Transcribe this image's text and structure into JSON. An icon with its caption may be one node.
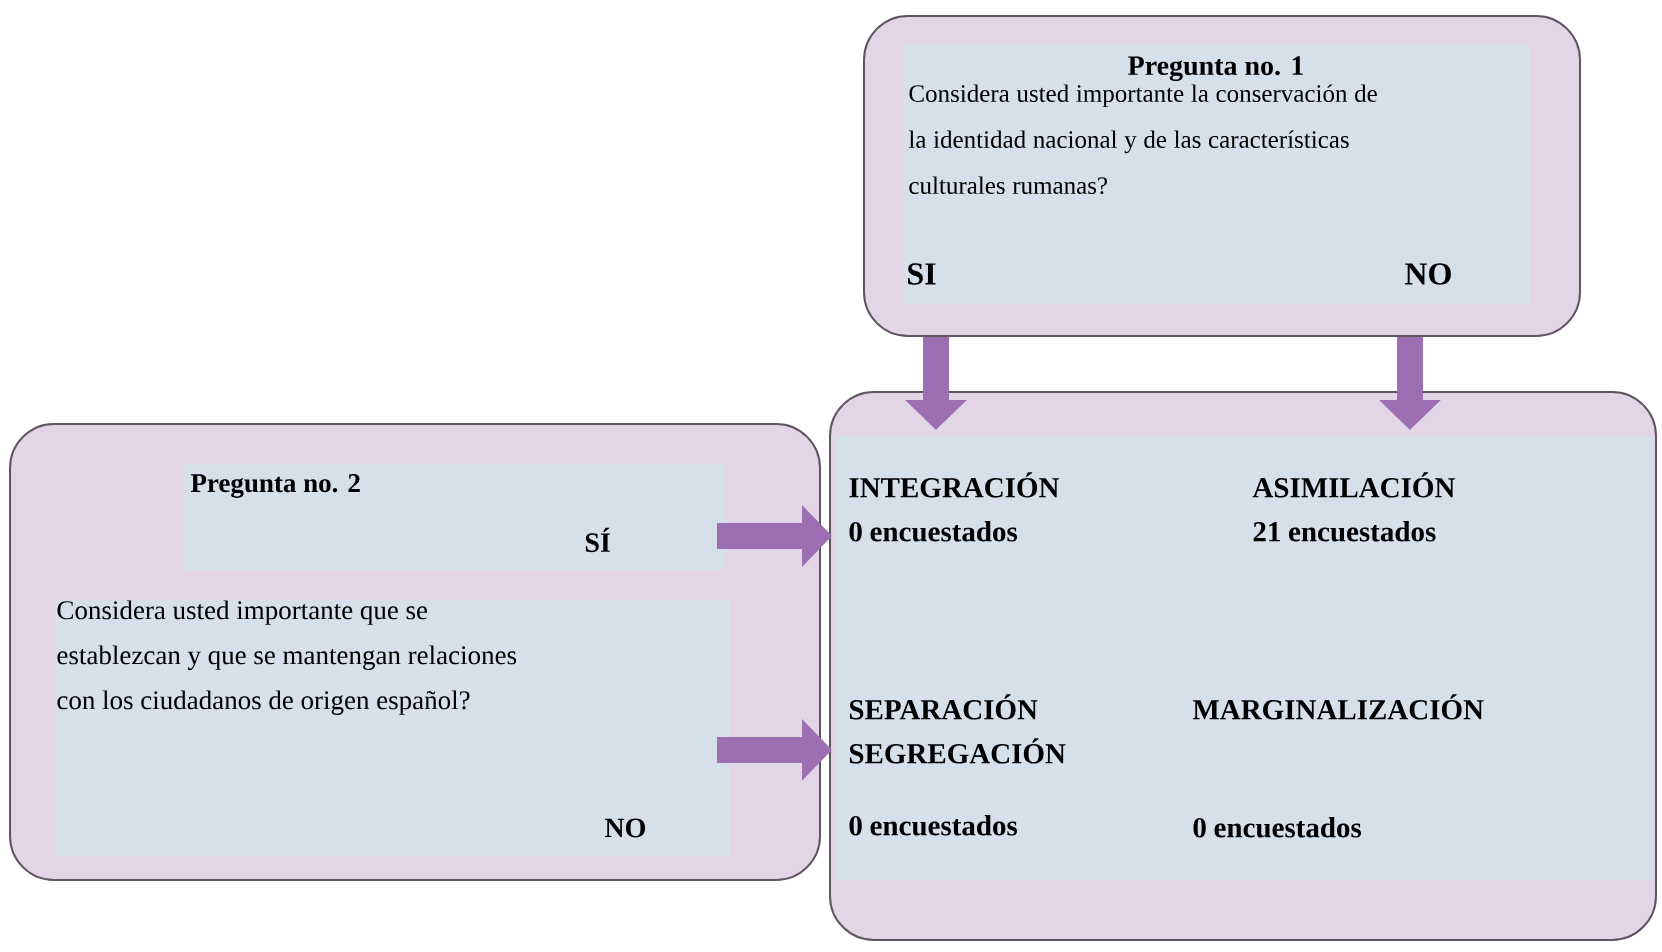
{
  "diagram": {
    "nodes": [
      {
        "text": [
          "Pregunta no. 1",
          "Considera usted importante la conservación de la identidad nacional y de las características culturales rumanas?",
          "SI",
          "NO"
        ]
      },
      {
        "text": [
          "Pregunta no. 2",
          "SÍ",
          "Considera usted importante que se establezcan y que se mantengan relaciones con los ciudadanos de origen español?",
          "NO"
        ]
      },
      {
        "text": [],
        "shape": "box"
      },
      {
        "text": [
          "INTEGRACIÓN",
          "0 encuestados"
        ],
        "in": 2
      },
      {
        "text": [
          "ASIMILACIÓN",
          "21 encuestados"
        ],
        "in": 2
      },
      {
        "text": [
          "SEPARACIÓN SEGREGACIÓN",
          "0 encuestados"
        ],
        "in": 2
      },
      {
        "text": [
          "MARGINALIZACIÓN",
          "0 encuestados"
        ],
        "in": 2
      }
    ],
    "edges": [
      {
        "from": 0,
        "to": 3,
        "arrow": "to"
      },
      {
        "from": 0,
        "to": 4,
        "arrow": "to"
      },
      {
        "from": 1,
        "to": 3,
        "arrow": "to"
      },
      {
        "from": 1,
        "to": 5,
        "arrow": "to"
      }
    ]
  }
}
